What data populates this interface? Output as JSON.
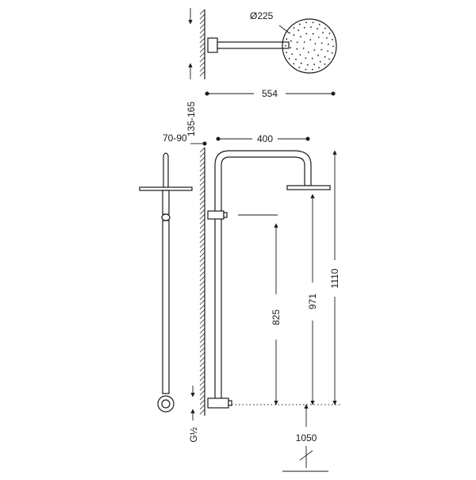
{
  "dimensions": {
    "head_diameter": "Ø225",
    "arm_length": "554",
    "arm_height": "135-165",
    "wall_offset": "70-90",
    "arm_reach": "400",
    "support_height": "825",
    "head_height": "971",
    "total_height": "1110",
    "connection": "G½",
    "floor_height": "1050"
  }
}
